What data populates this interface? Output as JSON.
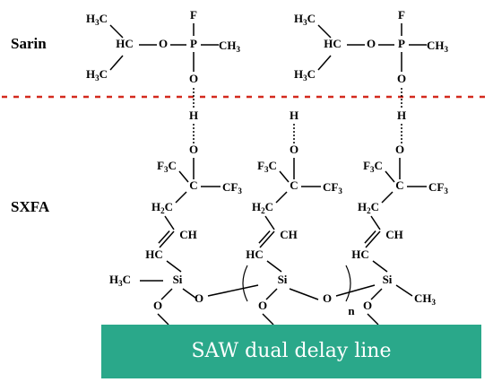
{
  "labels": {
    "sarin": "Sarin",
    "sxfa": "SXFA",
    "substrate": "SAW dual delay line"
  },
  "atoms": {
    "F": "F",
    "H3C": "H3C",
    "HC": "HC",
    "O": "O",
    "P": "P",
    "CH3": "CH3",
    "H": "H",
    "F3C": "F3C",
    "C": "C",
    "CF3": "CF3",
    "H2C": "H2C",
    "CH": "CH",
    "Si": "Si",
    "n": "n"
  },
  "colors": {
    "divider": "#d42a1e",
    "substrate": "#2aa88a",
    "substrate_text": "#ffffff"
  }
}
